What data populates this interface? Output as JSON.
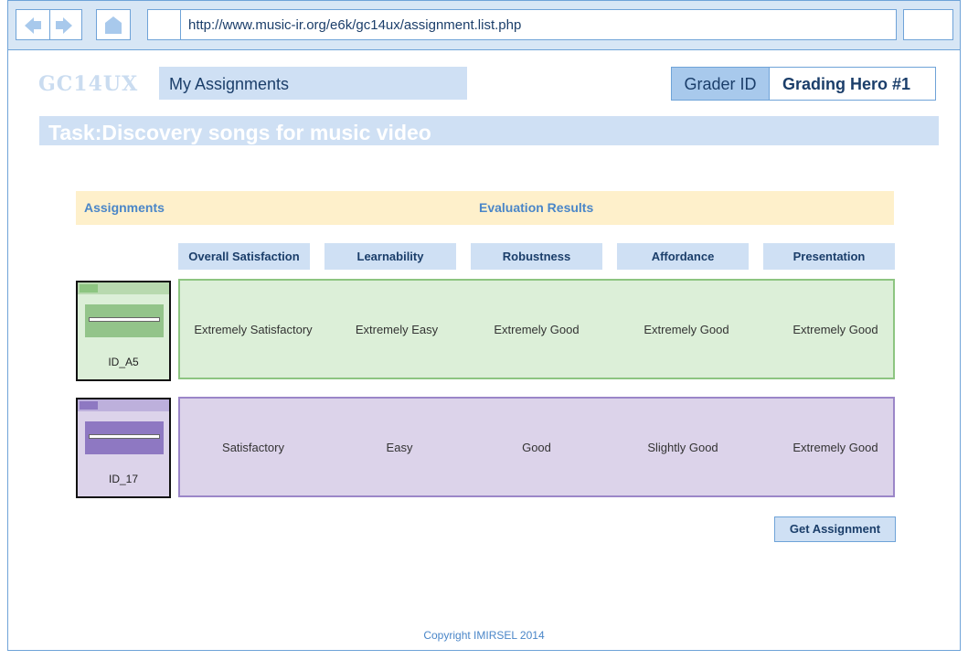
{
  "browser": {
    "url": "http://www.music-ir.org/e6k/gc14ux/assignment.list.php",
    "icons": [
      "back-arrow-icon",
      "forward-arrow-icon",
      "home-icon"
    ]
  },
  "header": {
    "logo": "GC14UX",
    "tab_title": "My Assignments",
    "grader_label": "Grader ID",
    "grader_value": "Grading Hero #1"
  },
  "task_title": "Task:Discovery songs for music video",
  "table": {
    "assignments_header": "Assignments",
    "results_header": "Evaluation Results",
    "columns": [
      "Overall Satisfaction",
      "Learnability",
      "Robustness",
      "Affordance",
      "Presentation"
    ],
    "rows": [
      {
        "id": "ID_A5",
        "values": [
          "Extremely Satisfactory",
          "Extremely Easy",
          "Extremely Good",
          "Extremely Good",
          "Extremely Good"
        ],
        "colors": {
          "bg": "#dcefd8",
          "border": "#8dc581",
          "panel": "#93c48a",
          "bar": "#b8d9af",
          "tab": "#8dc581"
        }
      },
      {
        "id": "ID_17",
        "values": [
          "Satisfactory",
          "Easy",
          "Good",
          "Slightly Good",
          "Extremely Good"
        ],
        "colors": {
          "bg": "#dcd3ea",
          "border": "#9b86c8",
          "panel": "#8e78c2",
          "bar": "#bdb0dc",
          "tab": "#8e78c2"
        }
      }
    ]
  },
  "buttons": {
    "get_assignment": "Get Assignment"
  },
  "footer": "Copyright IMIRSEL 2014",
  "colors": {
    "accent": "#4a86c8",
    "border": "#6fa3d8",
    "light_blue": "#cfe0f4",
    "header_yellow": "#fef0cb"
  }
}
